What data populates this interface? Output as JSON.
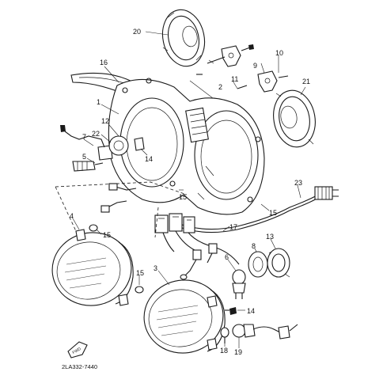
{
  "figure": {
    "catalog_code": "2LA332-7440",
    "callouts": {
      "c1": "1",
      "c2": "2",
      "c3": "3",
      "c4": "4",
      "c5": "5",
      "c6": "6",
      "c7": "7",
      "c8": "8",
      "c9": "9",
      "c10": "10",
      "c11": "11",
      "c12": "12",
      "c13": "13",
      "c14a": "14",
      "c14b": "14",
      "c15a": "15",
      "c15b": "15",
      "c15c": "15",
      "c15d": "15",
      "c16": "16",
      "c17": "17",
      "c18": "18",
      "c19": "19",
      "c20": "20",
      "c21": "21",
      "c22": "22",
      "c23": "23"
    },
    "front_arrow_label": "FWD"
  }
}
